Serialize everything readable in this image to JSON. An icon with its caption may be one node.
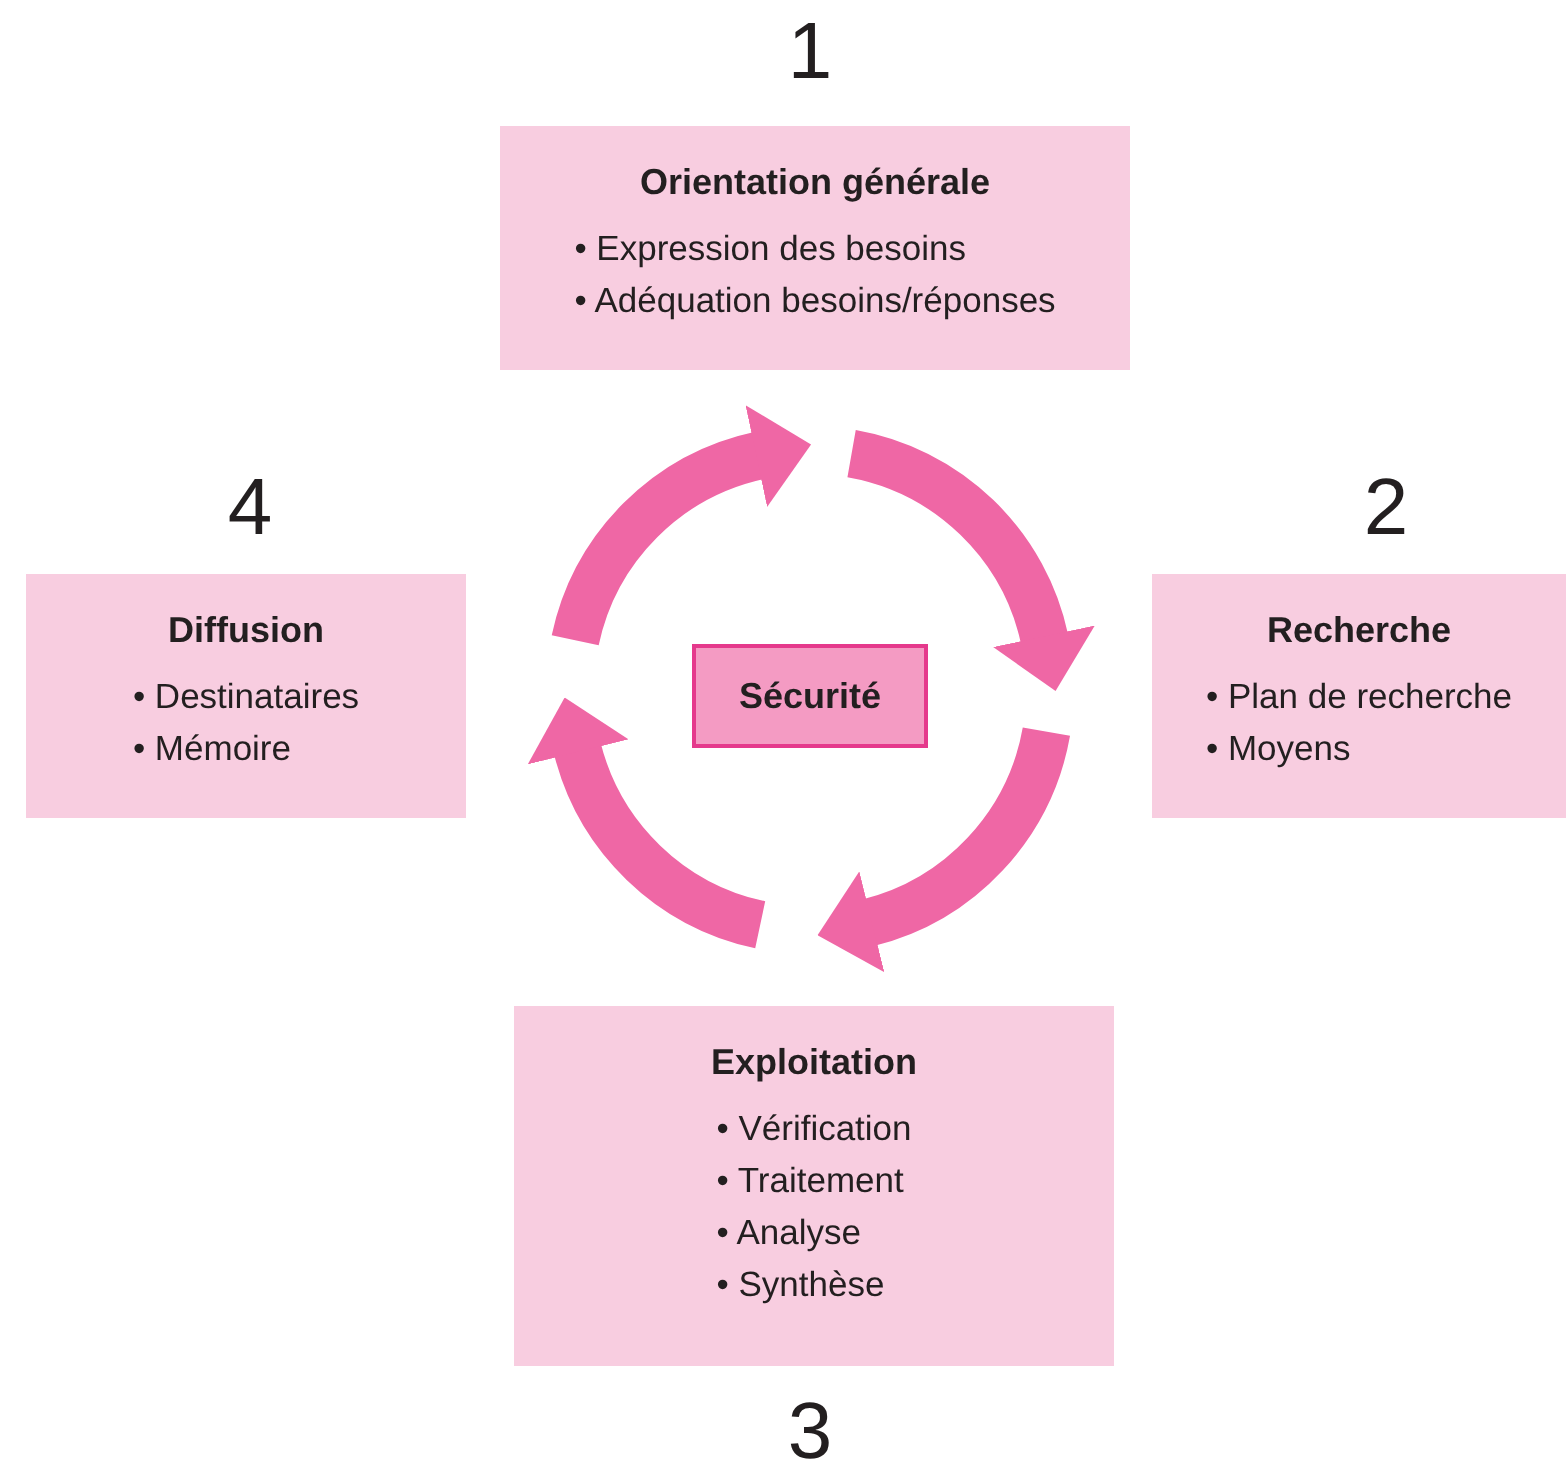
{
  "diagram": {
    "nodes": [
      {
        "text": [
          "Orientation générale",
          "• Expression des besoins",
          "• Adéquation besoins/réponses"
        ],
        "beside": [
          "1"
        ]
      },
      {
        "text": [
          "Diffusion",
          "• Destinataires",
          "• Mémoire"
        ],
        "beside": [
          "4"
        ]
      },
      {
        "text": [
          "Sécurité"
        ]
      },
      {
        "text": [
          "Recherche",
          "• Plan de recherche",
          "• Moyens"
        ],
        "beside": [
          "2"
        ]
      },
      {
        "text": [
          "Exploitation",
          "• Vérification",
          "• Traitement",
          "• Analyse",
          "• Synthèse"
        ],
        "beside": [
          "3"
        ]
      }
    ]
  }
}
